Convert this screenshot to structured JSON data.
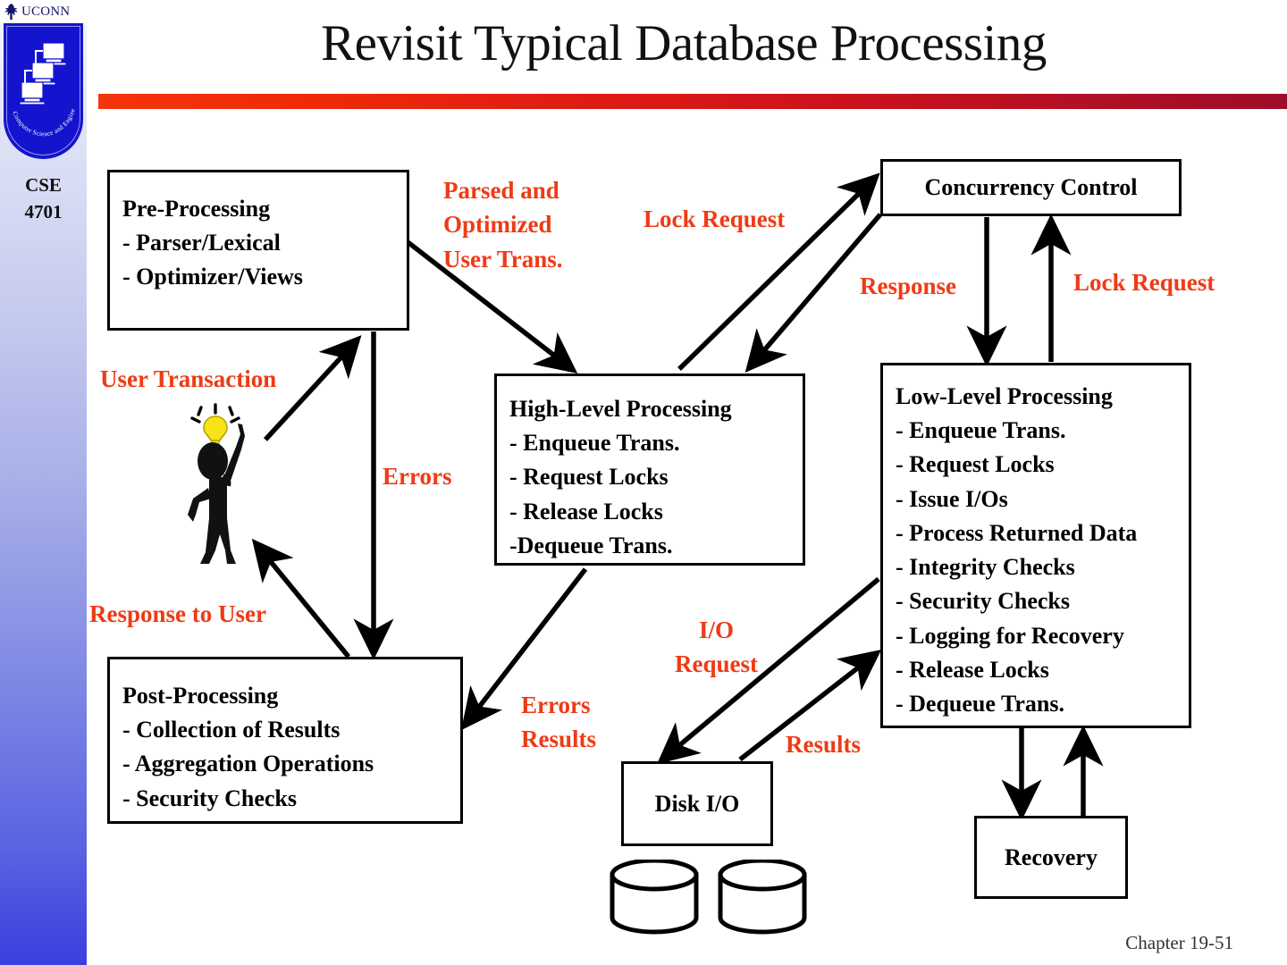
{
  "slide": {
    "title": "Revisit Typical Database Processing",
    "footer": "Chapter 19-51",
    "accent_red": "#ee3b15",
    "rule_from": "#f4340b",
    "rule_to": "#9d0d29"
  },
  "sidebar": {
    "university": "UCONN",
    "logo_caption": "Computer Science and Engineering",
    "course_line1": "CSE",
    "course_line2": "4701",
    "shield_color": "#1414cf"
  },
  "boxes": {
    "pre_processing": {
      "lines": [
        "Pre-Processing",
        "- Parser/Lexical",
        "- Optimizer/Views"
      ]
    },
    "high_level": {
      "lines": [
        "High-Level Processing",
        "- Enqueue Trans.",
        "- Request Locks",
        "- Release Locks",
        "-Dequeue Trans."
      ]
    },
    "low_level": {
      "lines": [
        "Low-Level Processing",
        "- Enqueue Trans.",
        "- Request Locks",
        "- Issue I/Os",
        "- Process Returned Data",
        "- Integrity Checks",
        "- Security Checks",
        "- Logging for Recovery",
        "- Release Locks",
        "- Dequeue Trans."
      ]
    },
    "post_processing": {
      "lines": [
        "Post-Processing",
        "- Collection of Results",
        "- Aggregation Operations",
        "- Security Checks"
      ]
    },
    "concurrency_control": {
      "lines": [
        "Concurrency Control"
      ]
    },
    "recovery": {
      "lines": [
        "Recovery"
      ]
    },
    "disk_io": {
      "lines": [
        "Disk I/O"
      ]
    }
  },
  "labels": {
    "parsed_optimized": "Parsed and\nOptimized\nUser Trans.",
    "lock_request_top": "Lock Request",
    "lock_request_right": "Lock Request",
    "response": "Response",
    "user_transaction": "User Transaction",
    "errors_left": "Errors",
    "response_to_user": "Response to User",
    "errors_results": "Errors\nResults",
    "io_request": "I/O\nRequest",
    "results": "Results"
  }
}
